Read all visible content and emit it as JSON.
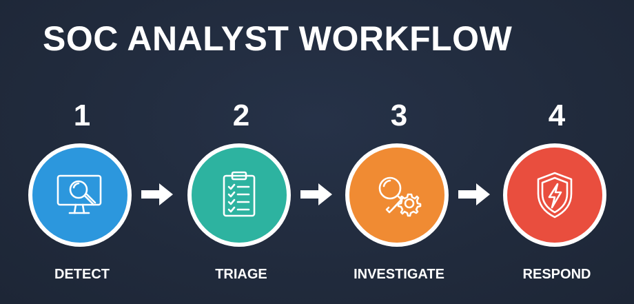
{
  "title": "SOC ANALYST WORKFLOW",
  "colors": {
    "background": "#212b3d",
    "detect": "#2c97dd",
    "triage": "#2db3a0",
    "investigate": "#f08b33",
    "respond": "#e94e3e"
  },
  "steps": [
    {
      "number": "1",
      "label": "DETECT",
      "icon": "monitor-magnifier-icon"
    },
    {
      "number": "2",
      "label": "TRIAGE",
      "icon": "clipboard-checklist-icon"
    },
    {
      "number": "3",
      "label": "INVESTIGATE",
      "icon": "magnifier-gear-icon"
    },
    {
      "number": "4",
      "label": "RESPOND",
      "icon": "shield-lightning-icon"
    }
  ]
}
